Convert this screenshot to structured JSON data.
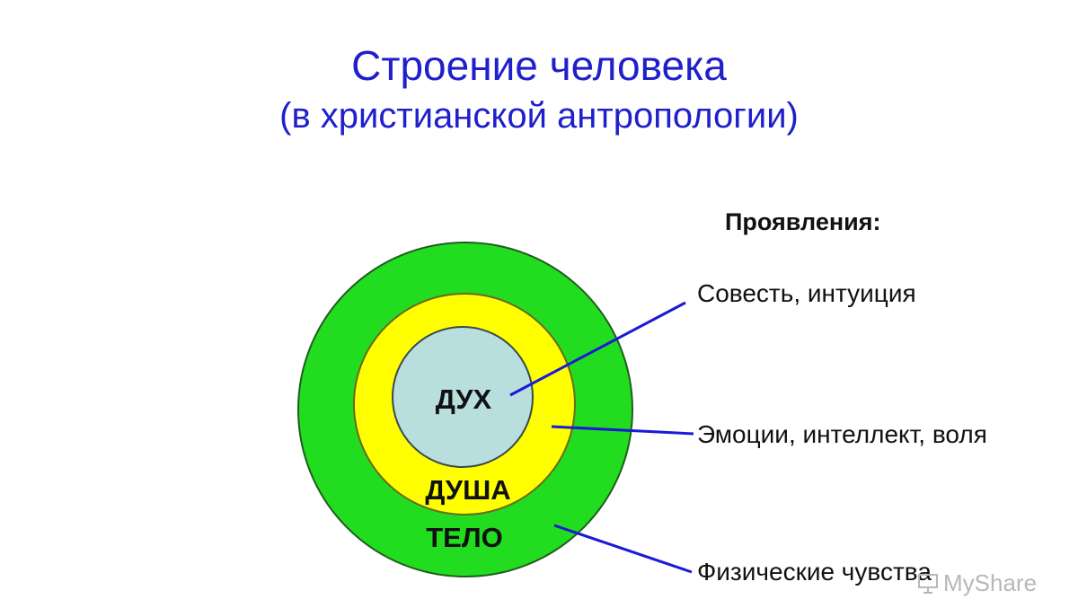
{
  "title": {
    "main": "Строение человека",
    "sub": "(в христианской антропологии)"
  },
  "rings": {
    "spirit": "ДУХ",
    "soul": "ДУША",
    "body": "ТЕЛО"
  },
  "manifestations": {
    "heading": "Проявления:",
    "spirit": "Совесть, интуиция",
    "soul": "Эмоции, интеллект, воля",
    "body": "Физические чувства"
  },
  "watermark": {
    "text": "MyShare"
  },
  "colors": {
    "title": "#1f1fcc",
    "outer_ring": "#22dd1f",
    "middle_ring": "#ffff00",
    "inner_circle": "#b8dede",
    "connector": "#1a1ad6"
  }
}
